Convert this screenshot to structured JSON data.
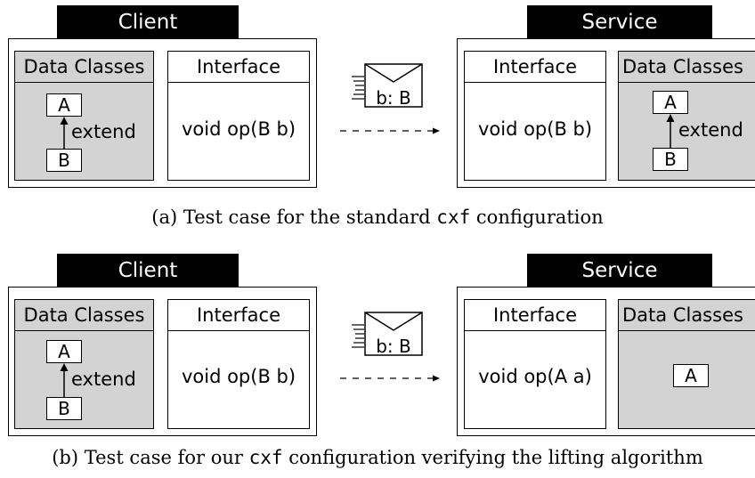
{
  "panel_a": {
    "client": {
      "title": "Client",
      "data_classes": {
        "header": "Data Classes",
        "class_top": "A",
        "class_bottom": "B",
        "relation": "extend"
      },
      "interface": {
        "header": "Interface",
        "method": "void op(B b)"
      }
    },
    "message": "b: B",
    "service": {
      "title": "Service",
      "interface": {
        "header": "Interface",
        "method": "void op(B b)"
      },
      "data_classes": {
        "header": "Data Classes",
        "class_top": "A",
        "class_bottom": "B",
        "relation": "extend"
      }
    },
    "caption": {
      "prefix": "(a)  Test case for the standard ",
      "code": "cxf",
      "suffix": " configuration"
    }
  },
  "panel_b": {
    "client": {
      "title": "Client",
      "data_classes": {
        "header": "Data Classes",
        "class_top": "A",
        "class_bottom": "B",
        "relation": "extend"
      },
      "interface": {
        "header": "Interface",
        "method": "void op(B b)"
      }
    },
    "message": "b: B",
    "service": {
      "title": "Service",
      "interface": {
        "header": "Interface",
        "method": "void op(A a)"
      },
      "data_classes": {
        "header": "Data Classes",
        "class_only": "A"
      }
    },
    "caption": {
      "prefix": "(b)  Test case for our ",
      "code": "cxf",
      "suffix": " configuration verifying the lifting algorithm"
    }
  }
}
